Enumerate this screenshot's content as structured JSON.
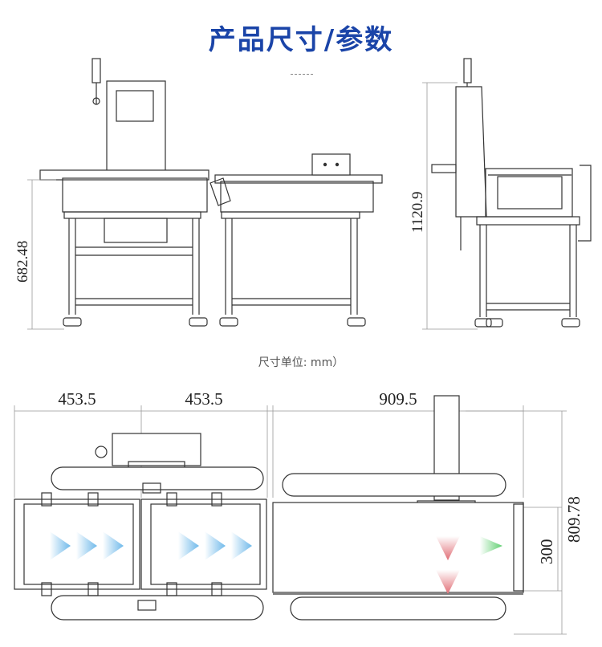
{
  "title": "产品尺寸/参数",
  "unit_note": "尺寸单位: mm）",
  "dimensions": {
    "side_height": "682.48",
    "end_height": "1120.9",
    "top_len_1": "453.5",
    "top_len_2": "453.5",
    "top_len_3": "909.5",
    "top_width": "809.78",
    "belt_width": "300"
  },
  "colors": {
    "title": "#1a44a8",
    "line": "#333333",
    "flow_blue": "#7cc4ee",
    "reject_red": "#e8898f",
    "accept_green": "#7bd88a"
  }
}
